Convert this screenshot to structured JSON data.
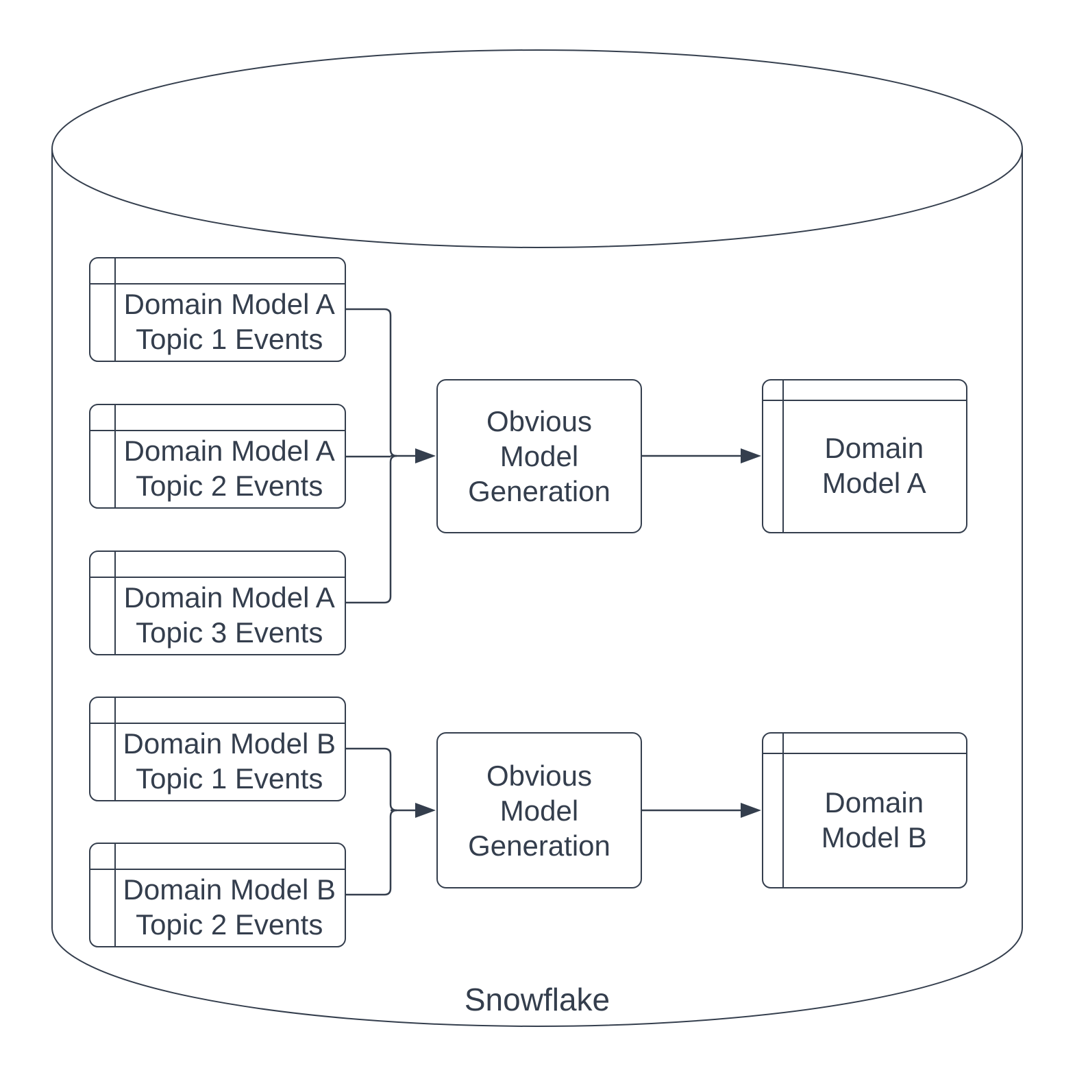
{
  "diagram": {
    "container": {
      "shape": "database-cylinder",
      "label": "Snowflake"
    },
    "colors": {
      "ink": "#343E4D",
      "background": "#FFFFFF"
    },
    "source_tables": [
      {
        "line1": "Domain Model A",
        "line2": "Topic 1 Events"
      },
      {
        "line1": "Domain Model A",
        "line2": "Topic 2 Events"
      },
      {
        "line1": "Domain Model A",
        "line2": "Topic 3 Events"
      },
      {
        "line1": "Domain Model B",
        "line2": "Topic 1 Events"
      },
      {
        "line1": "Domain Model B",
        "line2": "Topic 2 Events"
      }
    ],
    "processes": [
      {
        "line1": "Obvious",
        "line2": "Model",
        "line3": "Generation"
      },
      {
        "line1": "Obvious",
        "line2": "Model",
        "line3": "Generation"
      }
    ],
    "output_tables": [
      {
        "line1": "Domain",
        "line2": "Model A"
      },
      {
        "line1": "Domain",
        "line2": "Model B"
      }
    ]
  }
}
